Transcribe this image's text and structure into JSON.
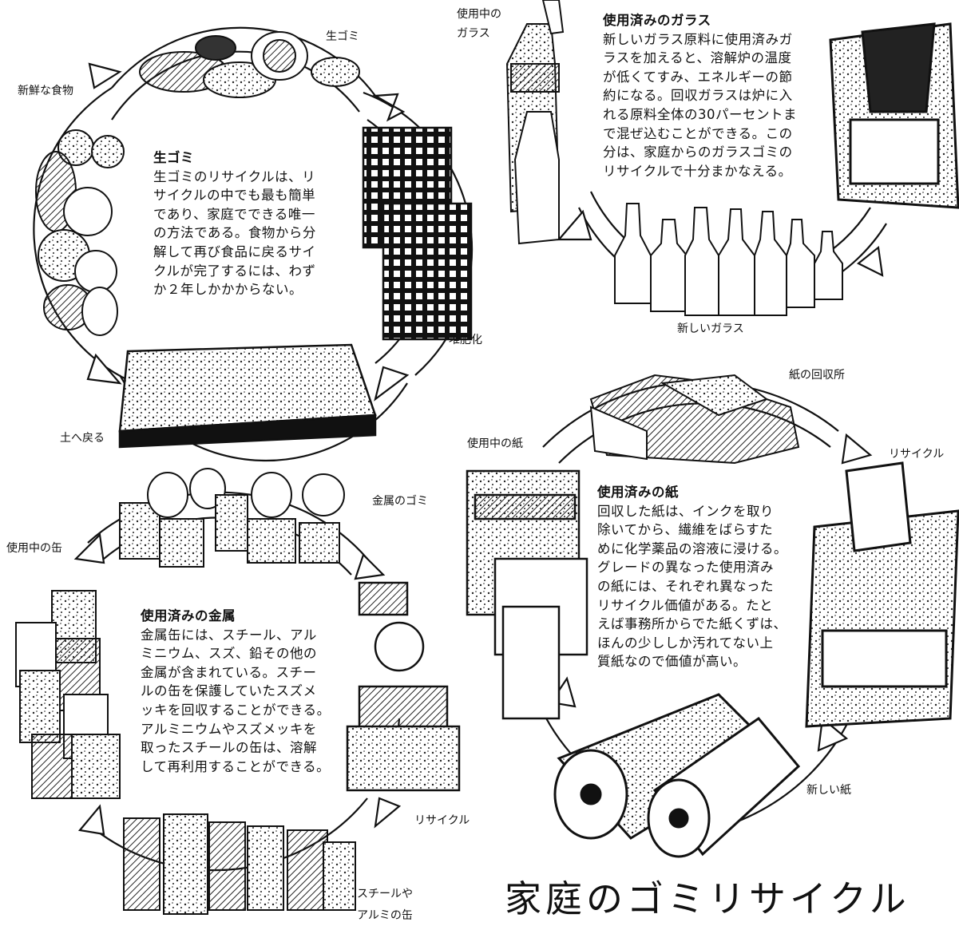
{
  "title": "家庭のゴミリサイクル",
  "food_cycle": {
    "labels": {
      "fresh_food": "新鮮な食物",
      "garbage": "生ゴミ",
      "compost": "堆肥化",
      "return_soil": "土へ戻る"
    },
    "text": {
      "heading": "生ゴミ",
      "lines": [
        "生ゴミのリサイクルは、リ",
        "サイクルの中でも最も簡単",
        "であり、家庭でできる唯一",
        "の方法である。食物から分",
        "解して再び食品に戻るサイ",
        "クルが完了するには、わず",
        "か２年しかかからない。"
      ]
    }
  },
  "glass_cycle": {
    "labels": {
      "in_use": [
        "使用中の",
        "ガラス"
      ],
      "new_glass": "新しいガラス"
    },
    "text": {
      "heading": "使用済みのガラス",
      "lines": [
        "新しいガラス原料に使用済みガ",
        "ラスを加えると、溶解炉の温度",
        "が低くてすみ、エネルギーの節",
        "約になる。回収ガラスは炉に入",
        "れる原料全体の30パーセントま",
        "で混ぜ込むことができる。この",
        "分は、家庭からのガラスゴミの",
        "リサイクルで十分まかなえる。"
      ]
    }
  },
  "metal_cycle": {
    "labels": {
      "cans_in_use": "使用中の缶",
      "metal_waste": "金属のゴミ",
      "recycle": "リサイクル",
      "steel_alu": [
        "スチールや",
        "アルミの缶"
      ]
    },
    "text": {
      "heading": "使用済みの金属",
      "lines": [
        "金属缶には、スチール、アル",
        "ミニウム、スズ、鉛その他の",
        "金属が含まれている。スチー",
        "ルの缶を保護していたスズメ",
        "ッキを回収することができる。",
        "アルミニウムやスズメッキを",
        "取ったスチールの缶は、溶解",
        "して再利用することができる。"
      ]
    }
  },
  "paper_cycle": {
    "labels": {
      "collection": "紙の回収所",
      "paper_in_use": "使用中の紙",
      "recycle": "リサイクル",
      "new_paper": "新しい紙"
    },
    "text": {
      "heading": "使用済みの紙",
      "lines": [
        "回収した紙は、インクを取り",
        "除いてから、繊維をばらすた",
        "めに化学薬品の溶液に浸ける。",
        "グレードの異なった使用済み",
        "の紙には、それぞれ異なった",
        "リサイクル価値がある。たと",
        "えば事務所からでた紙くずは、",
        "ほんの少ししか汚れてない上",
        "質紙なので価値が高い。"
      ]
    }
  }
}
